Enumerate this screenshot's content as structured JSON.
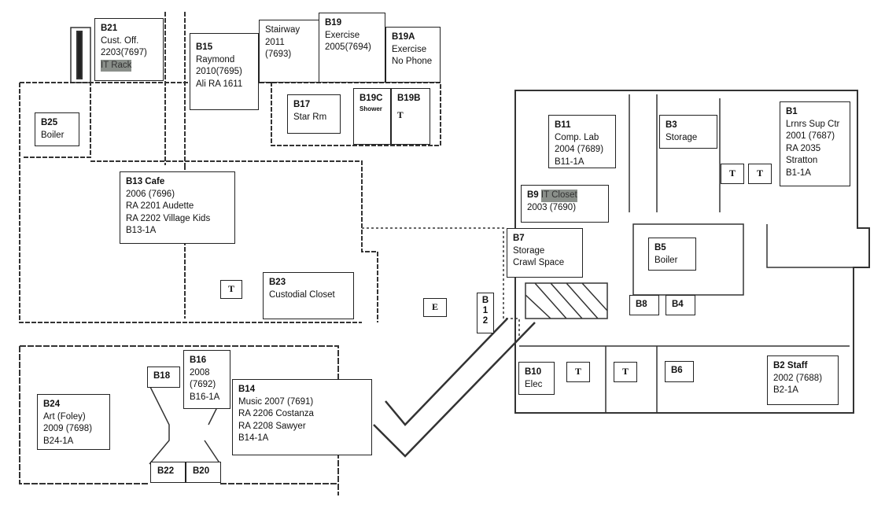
{
  "rooms": {
    "b21": [
      "B21",
      "Cust. Off.",
      "2203(7697)",
      "IT Rack"
    ],
    "b15": [
      "B15",
      "Raymond",
      "2010(7695)",
      "Ali RA 1611"
    ],
    "stair": [
      "Stairway",
      "2011",
      "(7693)"
    ],
    "b19": [
      "B19",
      "Exercise",
      "2005(7694)"
    ],
    "b19a": [
      "B19A",
      "Exercise",
      "No Phone"
    ],
    "b17": [
      "B17",
      "Star Rm"
    ],
    "b19c": [
      "B19C",
      "Shower"
    ],
    "b19b": [
      "B19B",
      "T"
    ],
    "b25": [
      "B25",
      "Boiler"
    ],
    "b13": [
      "B13 Cafe",
      "2006 (7696)",
      "RA 2201 Audette",
      "RA 2202 Village Kids",
      "B13-1A"
    ],
    "b23": [
      "B23",
      "Custodial Closet"
    ],
    "b12": [
      "B",
      "1",
      "2"
    ],
    "b11": [
      "B11",
      "Comp. Lab",
      "2004 (7689)",
      "B11-1A"
    ],
    "b9": [
      "B9",
      "IT Closet",
      "2003 (7690)"
    ],
    "b7": [
      "B7",
      "Storage",
      "Crawl Space"
    ],
    "b3": [
      "B3",
      "Storage"
    ],
    "b1": [
      "B1",
      "Lrnrs Sup Ctr",
      "2001 (7687)",
      "RA 2035",
      "Stratton",
      "B1-1A"
    ],
    "b5": [
      "B5",
      "Boiler"
    ],
    "b8": [
      "B8"
    ],
    "b4": [
      "B4"
    ],
    "b10": [
      "B10",
      "Elec"
    ],
    "b6": [
      "B6"
    ],
    "b2": [
      "B2 Staff",
      "2002 (7688)",
      "B2-1A"
    ],
    "b24": [
      "B24",
      "Art (Foley)",
      "2009 (7698)",
      "B24-1A"
    ],
    "b18": [
      "B18"
    ],
    "b16": [
      "B16",
      "2008",
      "(7692)",
      "B16-1A"
    ],
    "b14": [
      "B14",
      "Music 2007 (7691)",
      "RA 2206 Costanza",
      "RA 2208 Sawyer",
      "B14-1A"
    ],
    "b22": [
      "B22"
    ],
    "b20": [
      "B20"
    ]
  },
  "markers": {
    "toilet": "T",
    "elevator": "E"
  }
}
